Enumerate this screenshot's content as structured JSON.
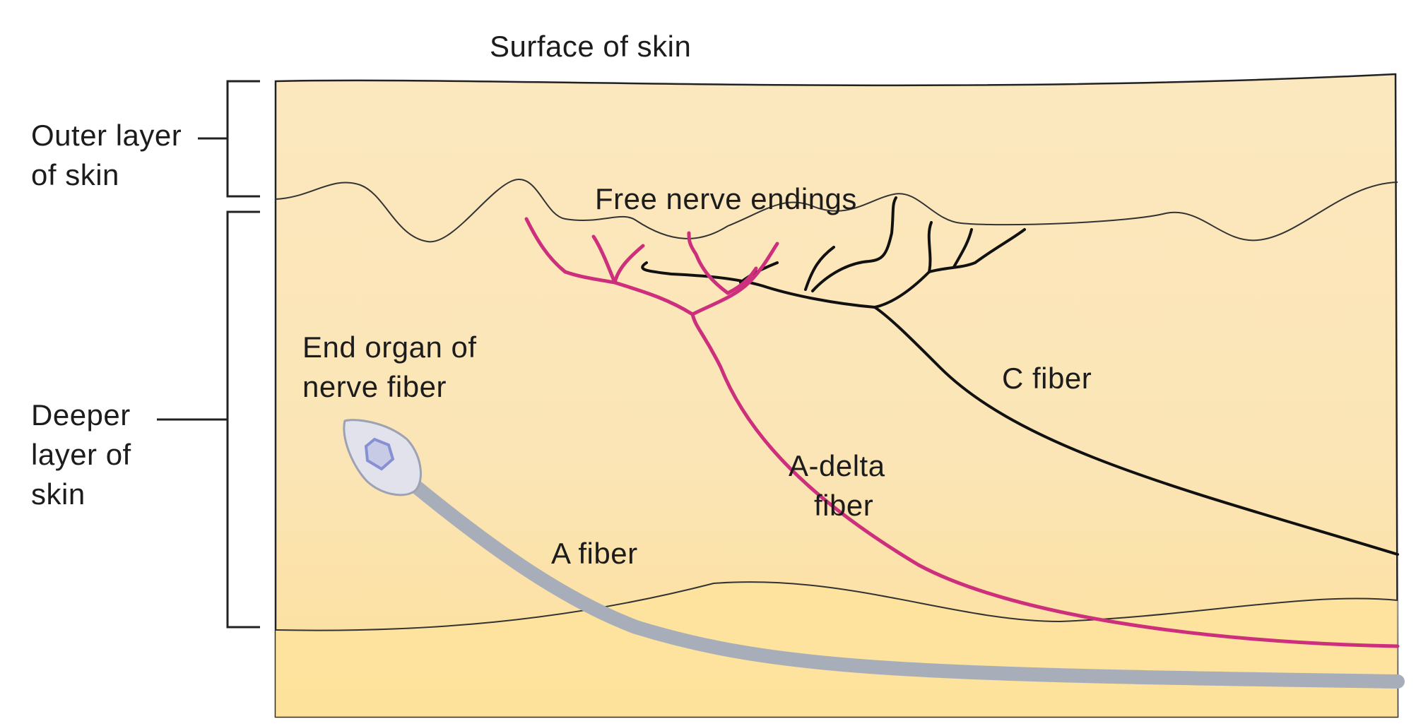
{
  "labels": {
    "surface": "Surface of skin",
    "outer_line1": "Outer layer",
    "outer_line2": "of skin",
    "deeper_line1": "Deeper",
    "deeper_line2": "layer of",
    "deeper_line3": "skin",
    "free_nerve_endings": "Free nerve endings",
    "end_organ_line1": "End organ of",
    "end_organ_line2": "nerve fiber",
    "c_fiber": "C fiber",
    "a_delta_line1": "A-delta",
    "a_delta_line2": "fiber",
    "a_fiber": "A fiber"
  },
  "colors": {
    "skin": "#fce7b9",
    "skin_deep": "#fde39a",
    "outline": "#222222",
    "a_delta_fiber": "#cc2f7c",
    "a_fiber": "#a7adb8",
    "end_organ_fill": "#dfe0ea",
    "end_organ_core": "#8b94d6"
  }
}
